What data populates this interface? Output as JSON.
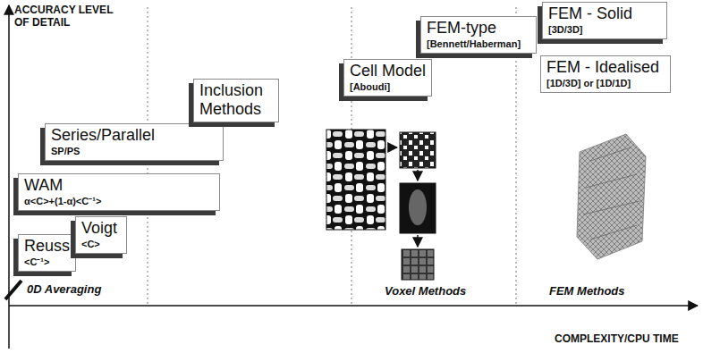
{
  "diagram": {
    "nodes": [
      {
        "text": [
          "Reuss",
          "<C⁻¹>"
        ]
      },
      {
        "text": [
          "Voigt",
          "<C>"
        ]
      },
      {
        "text": [
          "WAM",
          "α<C>+(1-α)<C⁻¹>"
        ]
      },
      {
        "text": [
          "Series/Parallel",
          "SP/PS"
        ]
      },
      {
        "text": [
          "Inclusion Methods"
        ]
      },
      {
        "text": [
          "Cell Model",
          "[Aboudi]"
        ]
      },
      {
        "text": [
          "FEM-type",
          "[Bennett/Haberman]"
        ]
      },
      {
        "text": [
          "FEM - Solid",
          "[3D/3D]"
        ]
      },
      {
        "text": [
          "FEM - Idealised",
          "[1D/3D] or [1D/1D]"
        ]
      }
    ],
    "labels": [
      "ACCURACY LEVEL OF DETAIL",
      "0D Averaging",
      "Voxel Methods",
      "FEM Methods",
      "COMPLEXITY/CPU TIME"
    ]
  }
}
